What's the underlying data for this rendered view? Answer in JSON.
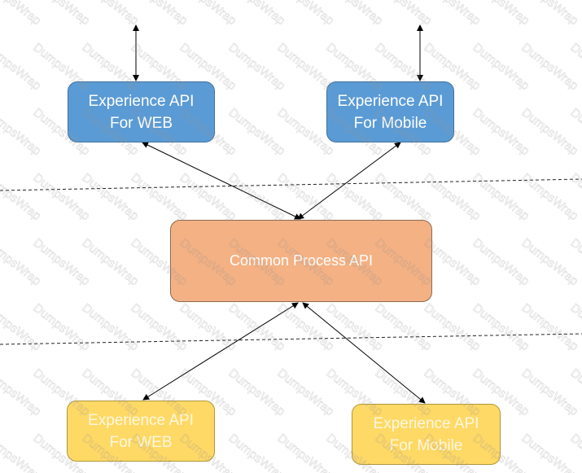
{
  "layers": {
    "experience_top": [
      {
        "line1": "Experience API",
        "line2": "For WEB"
      },
      {
        "line1": "Experience API",
        "line2": "For Mobile"
      }
    ],
    "process": {
      "label": "Common Process API"
    },
    "experience_bottom": [
      {
        "line1": "Experience API",
        "line2": "For WEB"
      },
      {
        "line1": "Experience API",
        "line2": "For Mobile"
      }
    ]
  },
  "watermark": "DumpsWrap",
  "colors": {
    "blue": "#5b9bd5",
    "orange": "#f4b183",
    "yellow": "#ffd966"
  }
}
